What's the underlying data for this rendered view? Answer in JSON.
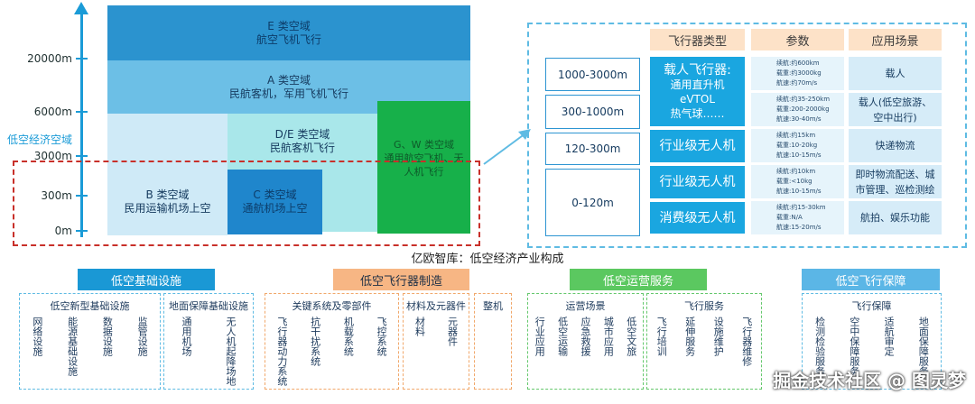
{
  "axis": {
    "title": "低空经济空域",
    "ticks": [
      "20000m",
      "6000m",
      "3000m",
      "300m",
      "0m"
    ]
  },
  "zones": {
    "e": {
      "name": "E 类空域",
      "desc": "航空飞机飞行"
    },
    "a": {
      "name": "A 类空域",
      "desc": "民航客机，军用飞机飞行"
    },
    "de": {
      "name": "D/E 类空域",
      "desc": "民航客机飞行"
    },
    "b": {
      "name": "B 类空域",
      "desc": "民用运输机场上空"
    },
    "c": {
      "name": "C 类空域",
      "desc": "通航机场上空"
    },
    "g": {
      "name": "G、W 类空域",
      "desc": "通用航空飞机、无人机飞行"
    }
  },
  "table": {
    "headers": {
      "type": "飞行器类型",
      "params": "参数",
      "scenario": "应用场景"
    },
    "altitudes": [
      "1000-3000m",
      "300-1000m",
      "120-300m",
      "0-120m"
    ],
    "aircraft": {
      "manned": [
        "载人飞行器:",
        "通用直升机",
        "eVTOL",
        "热气球……"
      ],
      "industry1": "行业级无人机",
      "industry2": "行业级无人机",
      "consumer": "消费级无人机"
    },
    "params": [
      [
        "续航:约600km",
        "载重:约3000kg",
        "航速:约70m/s"
      ],
      [
        "续航:约35-250km",
        "载重:200-2000kg",
        "航速:30-40m/s"
      ],
      [
        "续航:约15km",
        "载重:10-20kg",
        "航速:10-15m/s"
      ],
      [
        "续航:约10km",
        "载重:<10kg",
        "航速:10-15m/s"
      ],
      [
        "续航:约15-30km",
        "载重:N/A",
        "航速:15-20m/s"
      ]
    ],
    "scenarios": [
      [
        "载人"
      ],
      [
        "载人(低空旅游、",
        "空中出行)"
      ],
      [
        "快递物流"
      ],
      [
        "即时物流配送、城",
        "市管理、巡检测绘"
      ],
      [
        "航拍、娱乐功能"
      ]
    ]
  },
  "caption": "亿欧智库：低空经济产业构成",
  "categories": {
    "infra": {
      "label": "低空基础设施",
      "groups": [
        {
          "title": "低空新型基础设施",
          "items": [
            "网络设施",
            "能源基础设施",
            "数据设施",
            "监管设施"
          ]
        },
        {
          "title": "地面保障基础设施",
          "items": [
            "通用机场",
            "无人机起降场地"
          ]
        }
      ]
    },
    "mfg": {
      "label": "低空飞行器制造",
      "groups": [
        {
          "title": "关键系统及零部件",
          "items": [
            "飞行器动力系统",
            "抗干扰系统",
            "机载系统",
            "飞控系统"
          ]
        },
        {
          "title": "材料及元器件",
          "items": [
            "材料",
            "元器件"
          ]
        },
        {
          "title": "整机",
          "items": []
        }
      ]
    },
    "ops": {
      "label": "低空运营服务",
      "groups": [
        {
          "title": "运营场景",
          "items": [
            "行业应用",
            "低空运输",
            "应急救援",
            "城市应用",
            "低空文旅"
          ]
        },
        {
          "title": "飞行服务",
          "items": [
            "飞行培训",
            "延伸服务",
            "设施维护",
            "飞行器维修"
          ]
        }
      ]
    },
    "support": {
      "label": "低空飞行保障",
      "groups": [
        {
          "title": "飞行保障",
          "items": [
            "检测检验服务",
            "空中保障服务",
            "适航审定",
            "地面保障服务"
          ]
        }
      ]
    }
  },
  "watermark": "掘金技术社区 @ 图灵梦"
}
